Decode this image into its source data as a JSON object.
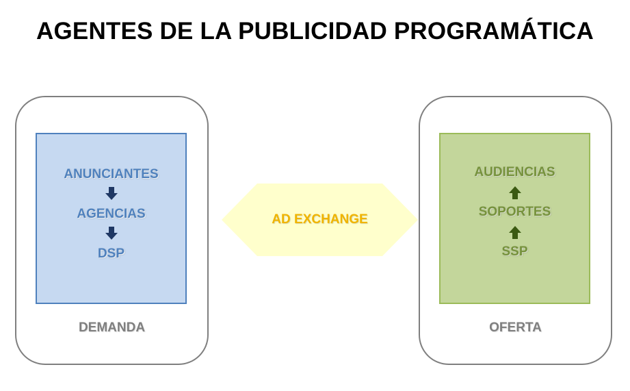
{
  "title": "AGENTES DE LA PUBLICIDAD PROGRAMÁTICA",
  "demand": {
    "items": [
      "ANUNCIANTES",
      "AGENCIAS",
      "DSP"
    ],
    "footer": "DEMANDA"
  },
  "supply": {
    "items": [
      "AUDIENCIAS",
      "SOPORTES",
      "SSP"
    ],
    "footer": "OFERTA"
  },
  "exchange": {
    "label": "AD EXCHANGE"
  },
  "colors": {
    "demand_fill": "#c6d9f1",
    "demand_border": "#4f81bd",
    "demand_text": "#4f81bd",
    "demand_arrow": "#1f3864",
    "supply_fill": "#c3d69b",
    "supply_border": "#9bbb59",
    "supply_text": "#76923c",
    "supply_arrow": "#3b5a12",
    "exchange_fill": "#ffffcc",
    "exchange_text": "#f0b400",
    "panel_border": "#7f7f7f"
  }
}
